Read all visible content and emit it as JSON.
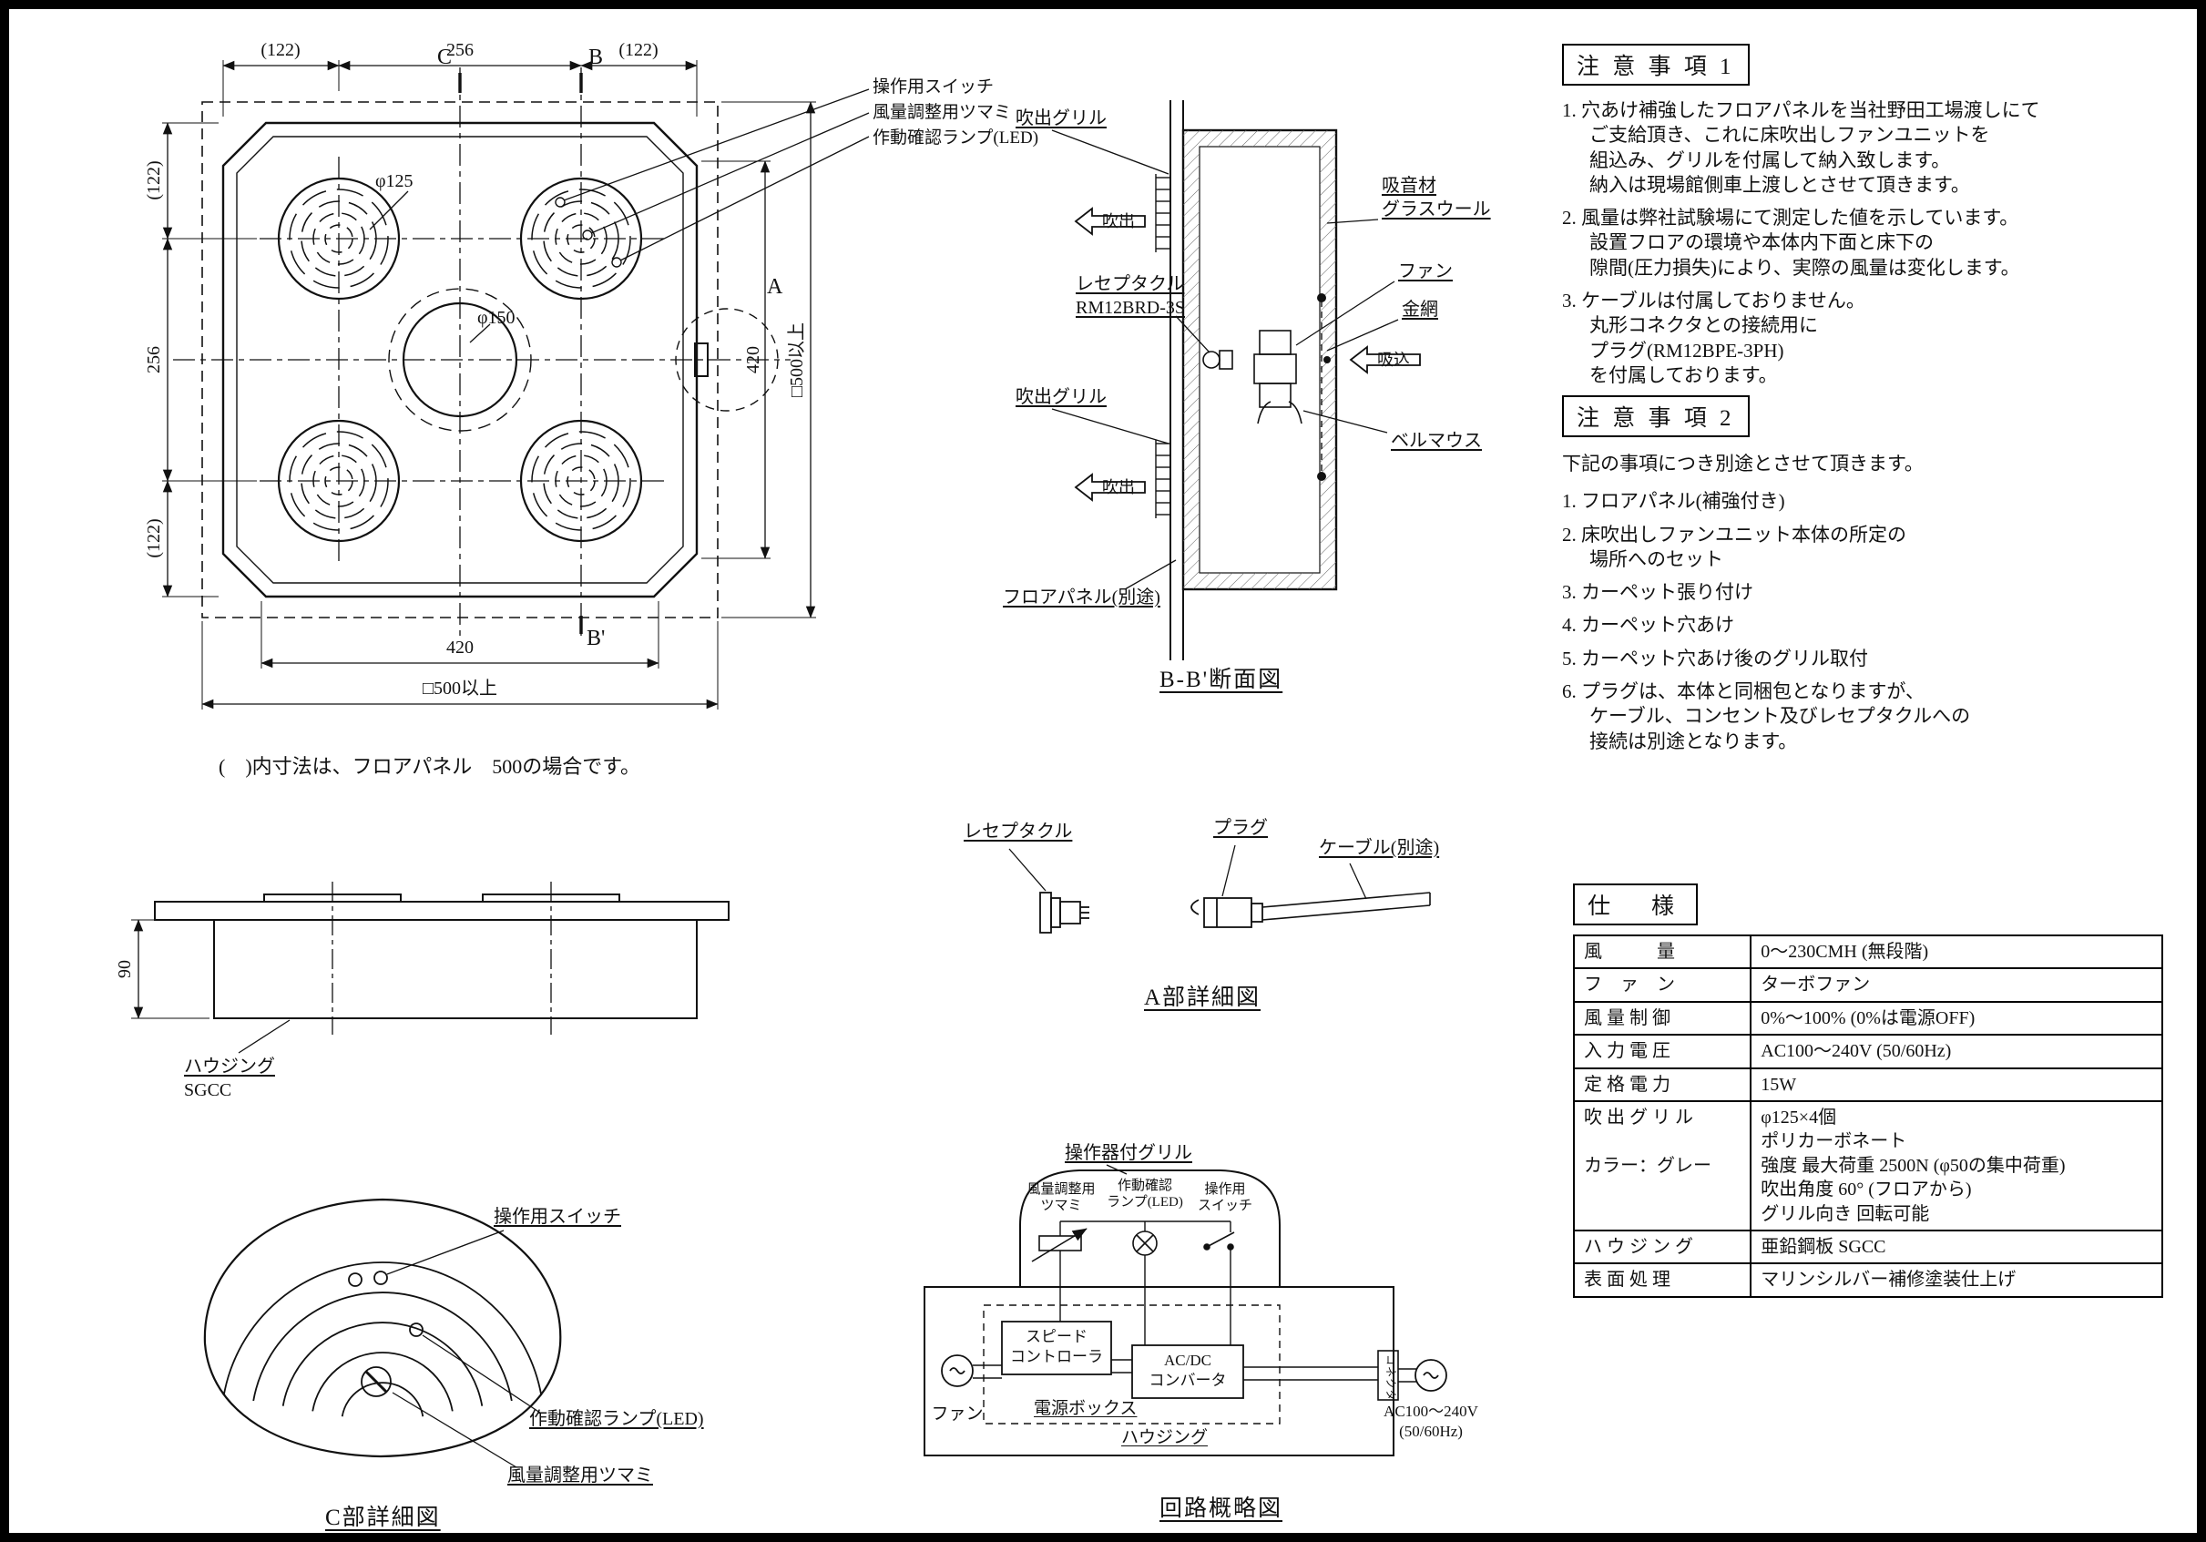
{
  "plan": {
    "dim_top_left": "(122)",
    "dim_top_mid": "256",
    "dim_top_right": "(122)",
    "dim_left_top": "(122)",
    "dim_left_mid": "256",
    "dim_left_bottom": "(122)",
    "dim_right_inner": "420",
    "dim_right_outer": "□500以上",
    "dim_bottom_inner": "420",
    "dim_bottom_outer": "□500以上",
    "dia_grill": "φ125",
    "dia_center": "φ150",
    "marker_c": "C",
    "marker_b": "B",
    "marker_b2": "B'",
    "marker_a": "A",
    "label_switch": "操作用スイッチ",
    "label_knob": "風量調整用ツマミ",
    "label_led": "作動確認ランプ(LED)",
    "note": "(　)内寸法は、フロアパネル　500の場合です。"
  },
  "section": {
    "title": "B-B'断面図",
    "label_grill_top": "吹出グリル",
    "label_grill_bottom": "吹出グリル",
    "label_absorber": "吸音材\nグラスウール",
    "label_fan": "ファン",
    "label_mesh": "金網",
    "label_bellmouth": "ベルマウス",
    "label_receptacle": "レセプタクル\nRM12BRD-3S",
    "label_floor_panel": "フロアパネル(別途)",
    "arrow_out_top": "吹出",
    "arrow_out_bottom": "吹出",
    "arrow_in": "吸込"
  },
  "notes1": {
    "title": "注 意 事 項 1",
    "items": [
      "1. 穴あけ補強したフロアパネルを当社野田工場渡しにて\nご支給頂き、これに床吹出しファンユニットを\n組込み、グリルを付属して納入致します。\n納入は現場館側車上渡しとさせて頂きます。",
      "2. 風量は弊社試験場にて測定した値を示しています。\n設置フロアの環境や本体内下面と床下の\n隙間(圧力損失)により、実際の風量は変化します。",
      "3. ケーブルは付属しておりません。\n丸形コネクタとの接続用に\nプラグ(RM12BPE-3PH)\nを付属しております。"
    ]
  },
  "notes2": {
    "title": "注 意 事 項 2",
    "intro": "下記の事項につき別途とさせて頂きます。",
    "items": [
      "1. フロアパネル(補強付き)",
      "2. 床吹出しファンユニット本体の所定の\n場所へのセット",
      "3. カーペット張り付け",
      "4. カーペット穴あけ",
      "5. カーペット穴あけ後のグリル取付",
      "6. プラグは、本体と同梱包となりますが、\nケーブル、コンセント及びレセプタクルへの\n接続は別途となります。"
    ]
  },
  "side": {
    "dim_height": "90",
    "label_housing": "ハウジング",
    "label_material": "SGCC"
  },
  "detail_a": {
    "title": "A部詳細図",
    "label_receptacle": "レセプタクル",
    "label_plug": "プラグ",
    "label_cable": "ケーブル(別途)"
  },
  "detail_c": {
    "title": "C部詳細図",
    "label_switch": "操作用スイッチ",
    "label_led": "作動確認ランプ(LED)",
    "label_knob": "風量調整用ツマミ"
  },
  "circuit": {
    "title": "回路概略図",
    "label_grill": "操作器付グリル",
    "label_knob": "風量調整用\nツマミ",
    "label_led": "作動確認\nランプ(LED)",
    "label_switch": "操作用\nスイッチ",
    "box_speed": "スピード\nコントローラ",
    "box_converter": "AC/DC\nコンバータ",
    "label_power_box": "電源ボックス",
    "label_housing": "ハウジング",
    "label_fan": "ファン",
    "label_connector": "コネクタ",
    "label_ac": "AC100～240V\n(50/60Hz)"
  },
  "spec": {
    "title": "仕　様",
    "rows": [
      {
        "label": "風　　　量",
        "value": "0～230CMH (無段階)"
      },
      {
        "label": "フ　ァ　ン",
        "value": "ターボファン"
      },
      {
        "label": "風 量 制 御",
        "value": "0%～100% (0%は電源OFF)"
      },
      {
        "label": "入 力 電 圧",
        "value": "AC100～240V (50/60Hz)"
      },
      {
        "label": "定 格 電 力",
        "value": "15W"
      },
      {
        "label": "吹 出 グ リ ル\n\nカラー：グレー",
        "value": "φ125×4個\nポリカーボネート\n強度 最大荷重 2500N (φ50の集中荷重)\n吹出角度 60° (フロアから)\nグリル向き 回転可能"
      },
      {
        "label": "ハ ウ ジ ン グ",
        "value": "亜鉛鋼板 SGCC"
      },
      {
        "label": "表 面 処 理",
        "value": "マリンシルバー補修塗装仕上げ"
      }
    ]
  }
}
